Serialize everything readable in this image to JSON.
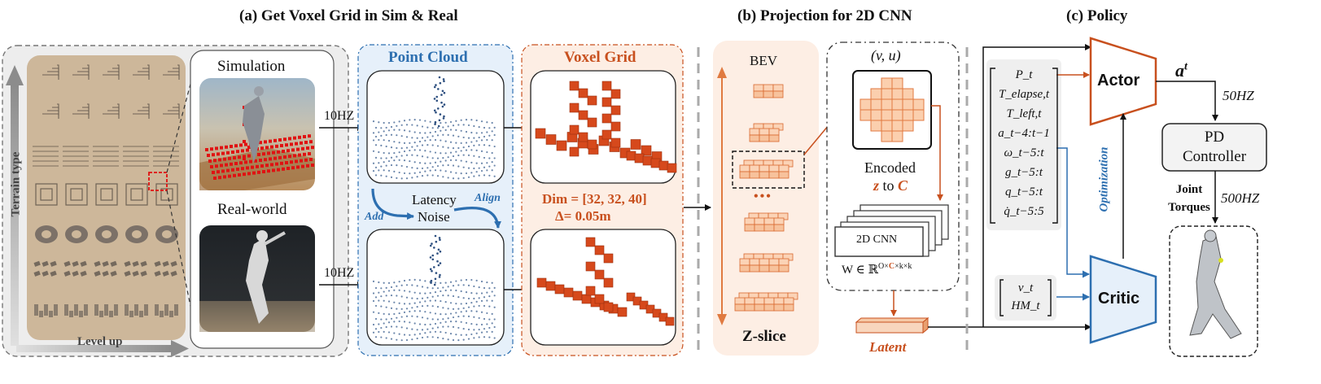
{
  "sections": {
    "a_title": "(a) Get Voxel Grid in Sim & Real",
    "b_title": "(b) Projection for  2D CNN",
    "c_title": "(c) Policy"
  },
  "terrain": {
    "y_axis_label": "Terrain type",
    "x_axis_label": "Level up"
  },
  "sim_real": {
    "simulation_label": "Simulation",
    "real_label": "Real-world",
    "rate_top": "10HZ",
    "rate_bottom": "10HZ"
  },
  "point_cloud": {
    "title": "Point Cloud",
    "add_label": "Add",
    "align_label": "Align",
    "latency_label": "Latency",
    "noise_label": "Noise"
  },
  "voxel_grid": {
    "title": "Voxel Grid",
    "dim_label": "Dim = [32, 32, 40]",
    "delta_label": "Δ= 0.05m"
  },
  "bev": {
    "top_label": "BEV",
    "ellipsis": "•••",
    "bottom_label": "Z-slice"
  },
  "cnn": {
    "vu_label": "(v, u)",
    "encoded_label": "Encoded",
    "z_label": "z",
    "to_label": "to",
    "c_label": "C",
    "cnn_label": "2D CNN",
    "weight_label_prefix": "W ∈ ℝ",
    "weight_o": "O×",
    "weight_c": "C",
    "weight_k": "×k×k",
    "latent_label": "Latent"
  },
  "policy": {
    "obs_list": [
      "P_t",
      "T_elapse,t",
      "T_left,t",
      "a_t−4:t−1",
      "ω_t−5:t",
      "g_t−5:t",
      "q_t−5:t",
      "q̇_t−5:5"
    ],
    "critic_obs": [
      "v_t",
      "HM_t"
    ],
    "actor_label": "Actor",
    "critic_label": "Critic",
    "optimization_label": "Optimization",
    "action_label": "a",
    "action_sup": "t",
    "rate_50": "50HZ",
    "pd_line1": "PD",
    "pd_line2": "Controller",
    "joint_line1": "Joint",
    "joint_line2": "Torques",
    "rate_500": "500HZ"
  },
  "colors": {
    "orange": "#c8501e",
    "blue": "#2d6fb0",
    "terrain_bg": "#cdb79a",
    "pc_bg": "#e6f0fa",
    "vg_bg": "#fdeee4",
    "bev_bg": "#fdeee4"
  }
}
